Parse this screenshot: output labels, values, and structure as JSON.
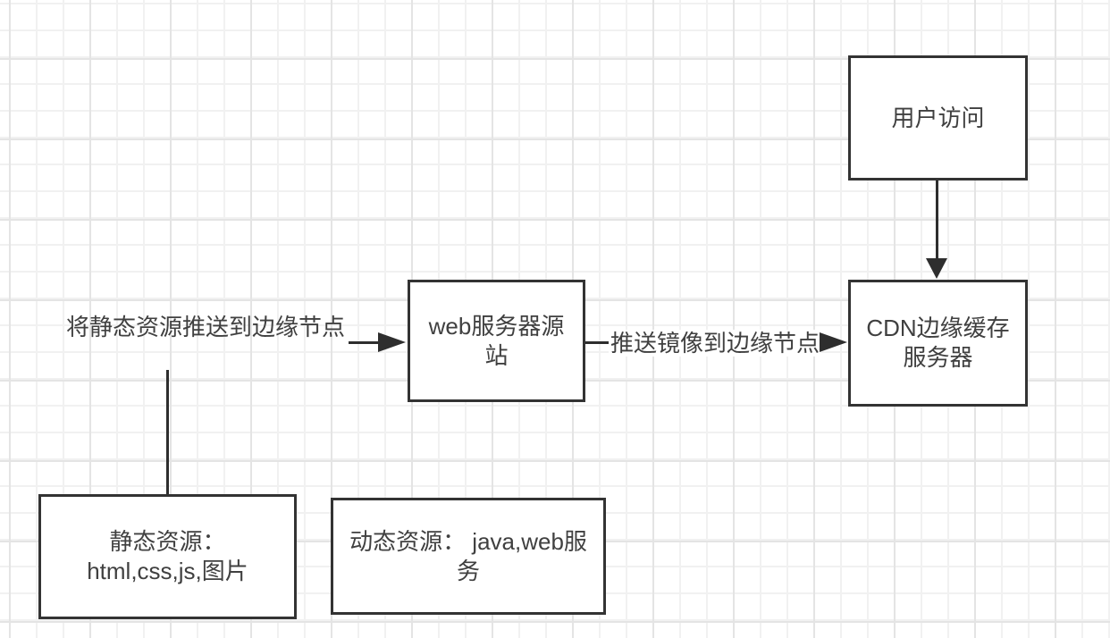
{
  "canvas": {
    "background": "#ffffff",
    "grid_minor_color": "#f1f1f1",
    "grid_major_color": "#e4e4e4",
    "stroke_color": "#333333",
    "text_color": "#404040"
  },
  "diagram": {
    "nodes": {
      "user_access": {
        "label": "用户访问"
      },
      "cdn_edge_cache": {
        "line1": "CDN边缘缓存",
        "line2": "服务器"
      },
      "web_origin": {
        "line1": "web服务器源",
        "line2": "站"
      },
      "static_resources": {
        "line1": "静态资源：",
        "line2": "html,css,js,图片"
      },
      "dynamic_resources": {
        "line1": "动态资源： java,web服",
        "line2": "务"
      }
    },
    "edges": {
      "push_static_label": "将静态资源推送到边缘节点",
      "push_mirror_label": "推送镜像到边缘节点"
    }
  }
}
